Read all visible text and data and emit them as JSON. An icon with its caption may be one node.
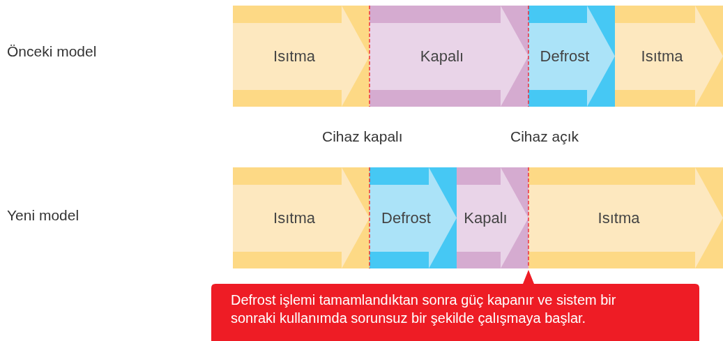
{
  "diagram": {
    "nodes": [
      {
        "text": [
          "Isıtma"
        ]
      },
      {
        "text": [
          "Kapalı"
        ]
      },
      {
        "text": [
          "Defrost"
        ]
      },
      {
        "text": [
          "Isıtma"
        ]
      },
      {
        "text": [
          "Isıtma"
        ]
      },
      {
        "text": [
          "Defrost"
        ]
      },
      {
        "text": [
          "Kapalı"
        ]
      },
      {
        "text": [
          "Isıtma"
        ]
      },
      {
        "text": [
          "Defrost işlemi tamamlandıktan sonra güç kapanır ve sistem bir sonraki kullanımda sorunsuz bir şekilde çalışmaya başlar."
        ]
      }
    ],
    "labels": [
      "Önceki model",
      "Cihaz kapalı",
      "Cihaz açık",
      "Yeni model"
    ]
  }
}
